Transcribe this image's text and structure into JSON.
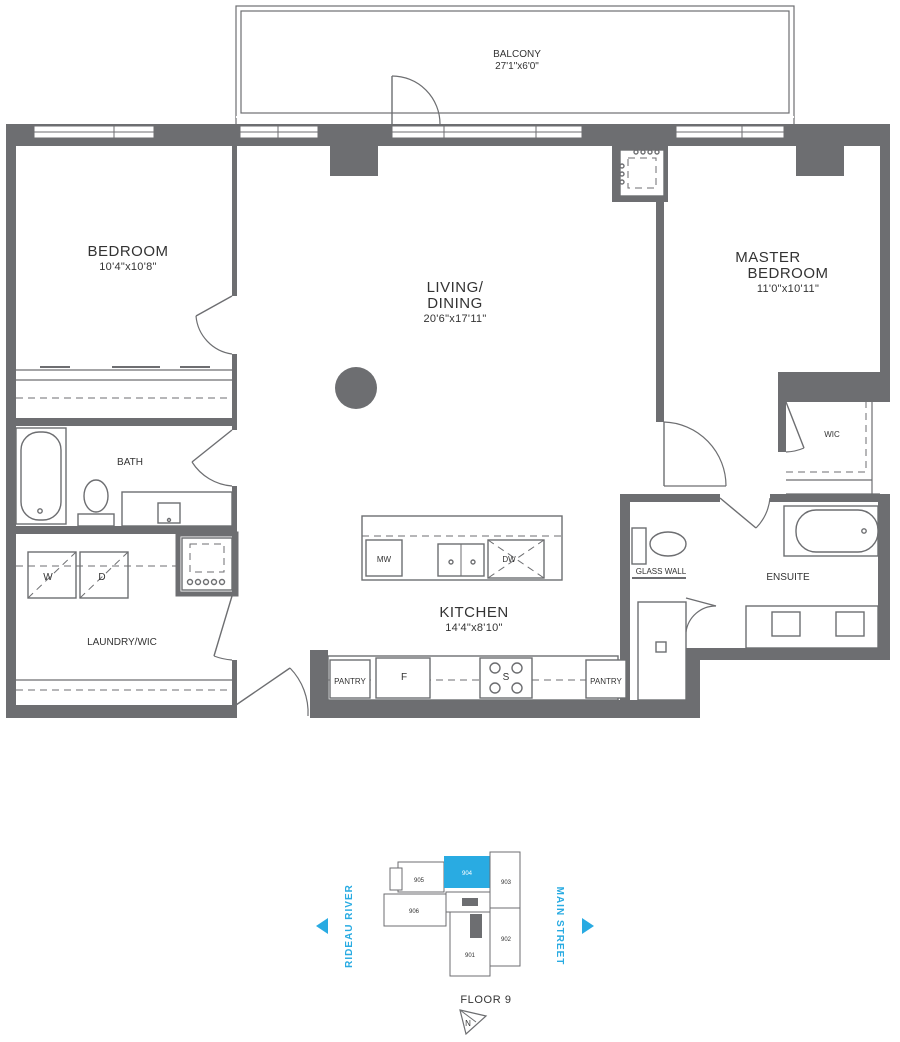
{
  "rooms": {
    "balcony": {
      "name": "BALCONY",
      "dims": "27'1\"x6'0\""
    },
    "bedroom": {
      "name": "BEDROOM",
      "dims": "10'4\"x10'8\""
    },
    "living": {
      "name_line1": "LIVING/",
      "name_line2": "DINING",
      "dims": "20'6\"x17'11\""
    },
    "master": {
      "name_line1": "MASTER",
      "name_line2": "BEDROOM",
      "dims": "11'0\"x10'11\""
    },
    "bath": {
      "name": "BATH"
    },
    "laundry": {
      "name": "LAUNDRY/WIC"
    },
    "kitchen": {
      "name": "KITCHEN",
      "dims": "14'4\"x8'10\""
    },
    "ensuite": {
      "name": "ENSUITE"
    },
    "wic": {
      "name": "WIC"
    }
  },
  "fixtures": {
    "washer": "W",
    "dryer": "D",
    "microwave": "MW",
    "dishwasher": "DW",
    "fridge": "F",
    "stove": "S",
    "pantry_left": "PANTRY",
    "pantry_right": "PANTRY",
    "glass_wall": "GLASS WALL"
  },
  "keyplan": {
    "units": [
      "905",
      "904",
      "903",
      "906",
      "902",
      "901"
    ],
    "highlight_color": "#29abe2",
    "floor_label": "FLOOR 9",
    "left_street": "RIDEAU RIVER",
    "right_street": "MAIN STREET",
    "north": "N"
  }
}
